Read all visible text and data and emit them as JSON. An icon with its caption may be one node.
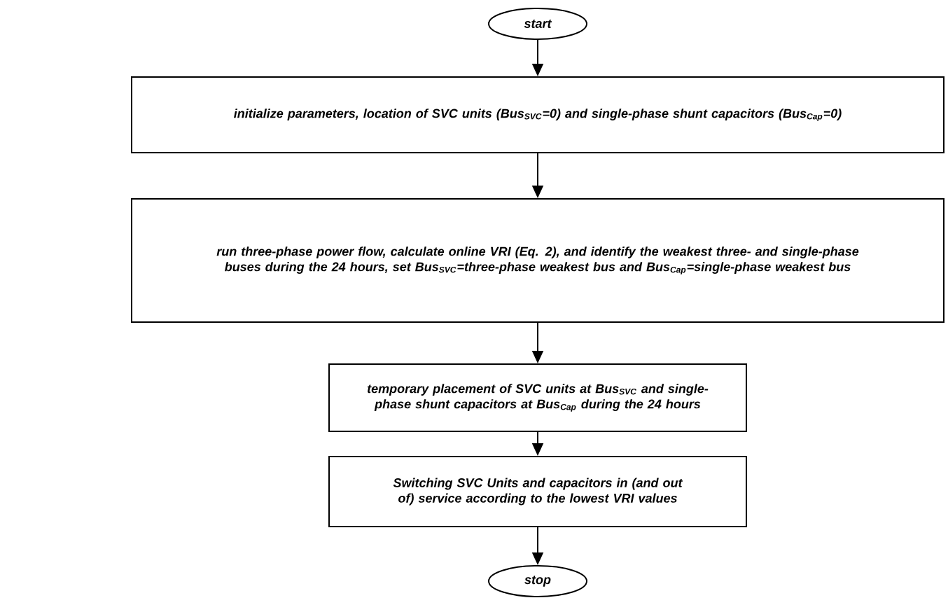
{
  "diagram": {
    "nodes": [
      {
        "text": [
          "start"
        ]
      },
      {
        "text": [
          "initialize parameters, location of SVC units (Bus$_{SVC}$=0) and single-phase shunt capacitors (Bus$_{Cap}$=0)"
        ]
      },
      {
        "text": [
          "run three-phase power flow, calculate online VRI (Eq. 2), and  identify the weakest three- and single-phase buses during the 24 hours, set  Bus$_{SVC}$=three-phase weakest bus and Bus$_{Cap}$=single-phase weakest bus"
        ]
      },
      {
        "text": [
          "temporary placement of SVC units at Bus$_{SVC}$ and  single-phase shunt capacitors at Bus$_{Cap}$ during the 24 hours"
        ]
      },
      {
        "text": [
          "Switching SVC Units and capacitors in (and out of) service according to the lowest VRI values"
        ]
      },
      {
        "text": [
          "stop"
        ]
      }
    ],
    "edges": [
      {
        "from": 0,
        "to": 1,
        "arrow": "to"
      },
      {
        "from": 1,
        "to": 2,
        "arrow": "to"
      },
      {
        "from": 2,
        "to": 3,
        "arrow": "to"
      },
      {
        "from": 3,
        "to": 4,
        "arrow": "to"
      },
      {
        "from": 4,
        "to": 5,
        "arrow": "to"
      }
    ]
  }
}
